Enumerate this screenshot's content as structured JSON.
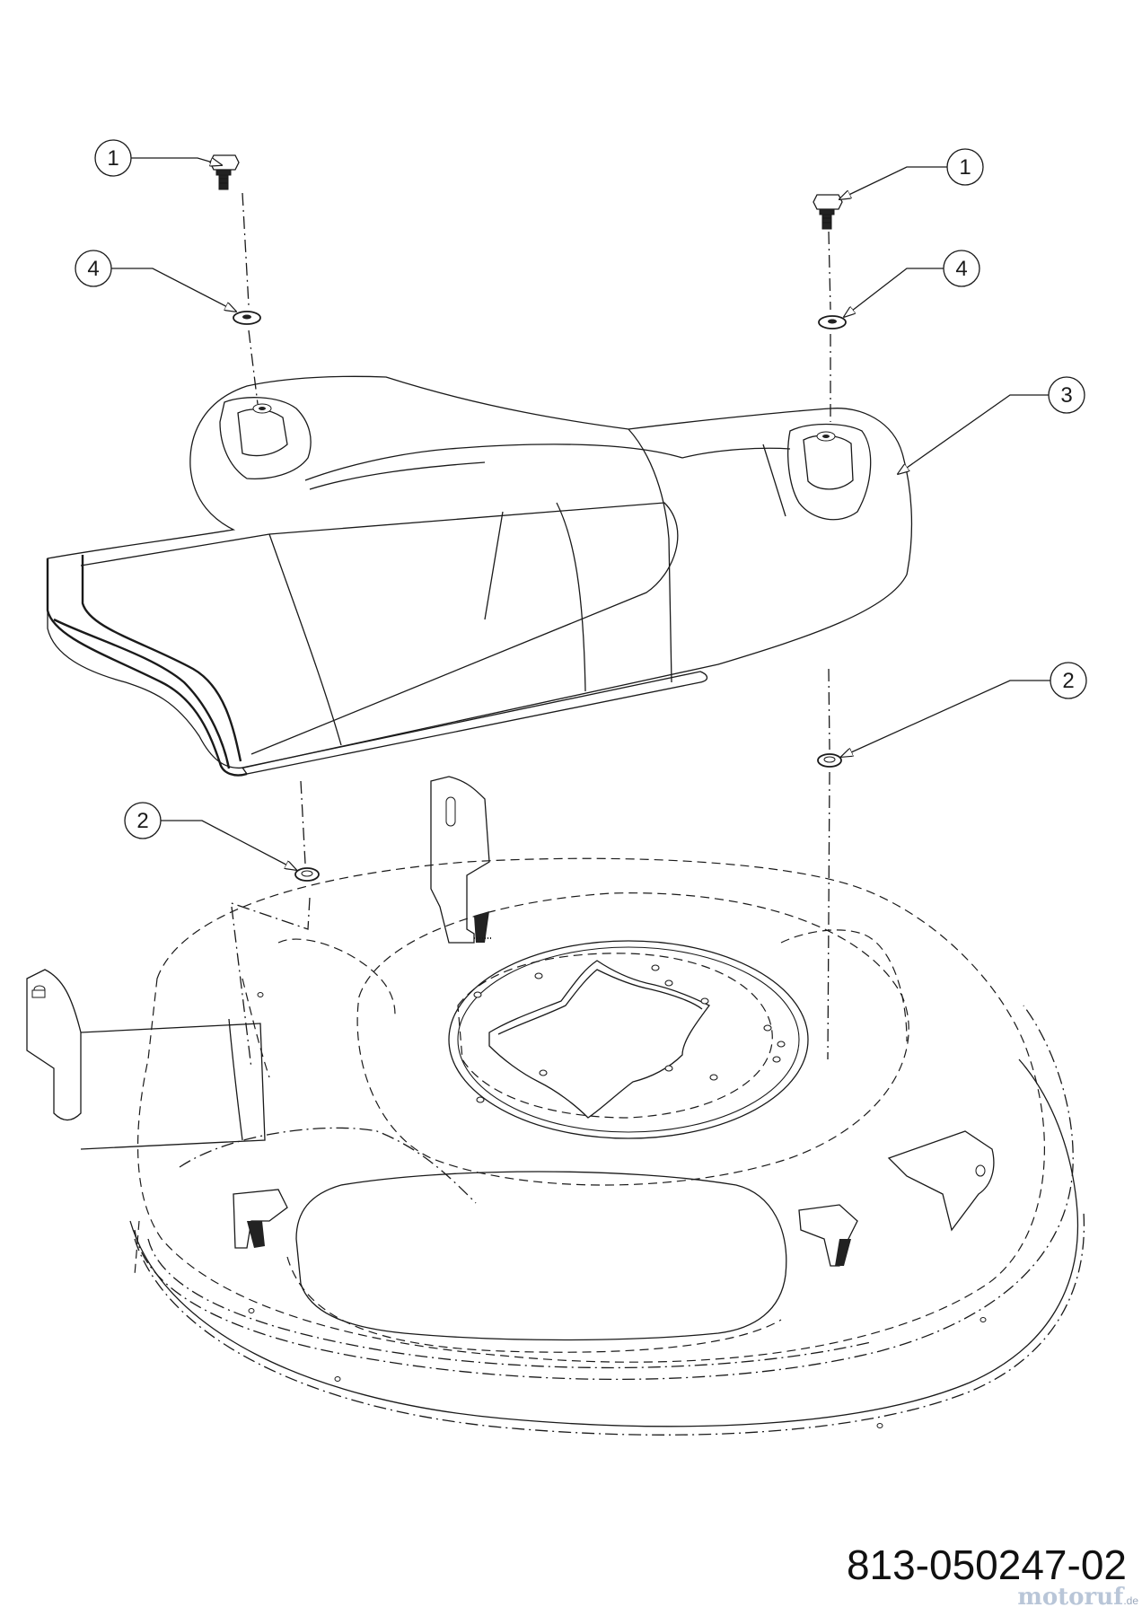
{
  "diagram": {
    "callouts": [
      {
        "id": "callout-1-left",
        "label": "1"
      },
      {
        "id": "callout-1-right",
        "label": "1"
      },
      {
        "id": "callout-4-left",
        "label": "4"
      },
      {
        "id": "callout-4-right",
        "label": "4"
      },
      {
        "id": "callout-3",
        "label": "3"
      },
      {
        "id": "callout-2-right",
        "label": "2"
      },
      {
        "id": "callout-2-left",
        "label": "2"
      }
    ]
  },
  "part_number": "813-050247-02",
  "watermark": {
    "text": "motoruf",
    "suffix": ".de"
  }
}
